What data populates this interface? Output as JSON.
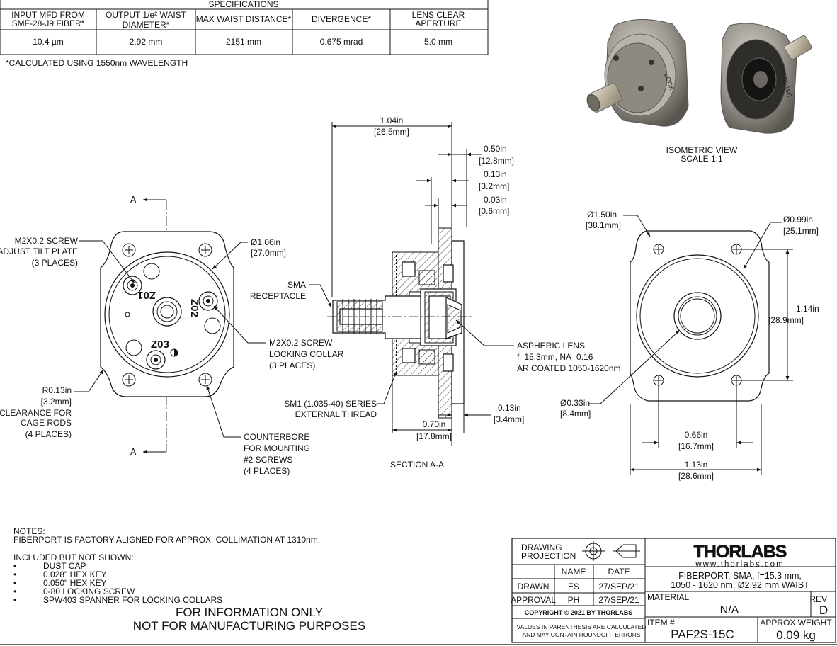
{
  "specs": {
    "title": "SPECIFICATIONS",
    "headers": [
      "INPUT MFD FROM|SMF-28-J9 FIBER*",
      "OUTPUT 1/e² WAIST|DIAMETER*",
      "MAX WAIST DISTANCE*",
      "DIVERGENCE*",
      "LENS CLEAR|APERTURE"
    ],
    "values": [
      "10.4 µm",
      "2.92 mm",
      "2151 mm",
      "0.675 mrad",
      "5.0 mm"
    ],
    "note": "*CALCULATED USING 1550nm WAVELENGTH"
  },
  "front_view": {
    "section_label": "A",
    "screw_adjust": [
      "M2X0.2 SCREW",
      "ADJUST TILT PLATE",
      "(3 PLACES)"
    ],
    "dia_in": "Ø1.06in",
    "dia_mm": "[27.0mm]",
    "screw_locking": [
      "M2X0.2 SCREW",
      "LOCKING COLLAR",
      "(3 PLACES)"
    ],
    "radius": [
      "R0.13in",
      "[3.2mm]",
      "CLEARANCE FOR",
      "CAGE RODS",
      "(4 PLACES)"
    ],
    "counterbore": [
      "COUNTERBORE",
      "FOR MOUNTING",
      "#2 SCREWS",
      "(4 PLACES)"
    ],
    "engravings": [
      "Z01",
      "Z02",
      "Z03"
    ]
  },
  "section_view": {
    "dim_top_in": "1.04in",
    "dim_top_mm": "[26.5mm]",
    "dim_050_in": "0.50in",
    "dim_050_mm": "[12.8mm]",
    "dim_013_in": "0.13in",
    "dim_013_mm": "[3.2mm]",
    "dim_003_in": "0.03in",
    "dim_003_mm": "[0.6mm]",
    "sma": [
      "SMA",
      "RECEPTACLE"
    ],
    "lens": [
      "ASPHERIC LENS",
      "f=15.3mm, NA=0.16",
      "AR COATED 1050-1620nm"
    ],
    "thread": [
      "SM1 (1.035-40) SERIES",
      "EXTERNAL THREAD"
    ],
    "dim_070_in": "0.70in",
    "dim_070_mm": "[17.8mm]",
    "dim_b013_in": "0.13in",
    "dim_b013_mm": "[3.4mm]",
    "caption": "SECTION A-A"
  },
  "back_view": {
    "d150_in": "Ø1.50in",
    "d150_mm": "[38.1mm]",
    "d099_in": "Ø0.99in",
    "d099_mm": "[25.1mm]",
    "h114_in": "1.14in",
    "h114_mm": "[28.9mm]",
    "d033_in": "Ø0.33in",
    "d033_mm": "[8.4mm]",
    "w066_in": "0.66in",
    "w066_mm": "[16.7mm]",
    "w113_in": "1.13in",
    "w113_mm": "[28.6mm]"
  },
  "iso": {
    "caption1": "ISOMETRIC VIEW",
    "caption2": "SCALE 1:1",
    "engrave_left": "LOCK",
    "engrave_right": "PAF2S-15C"
  },
  "notes": {
    "head": "NOTES:",
    "line1": "FIBERPORT IS FACTORY ALIGNED FOR APPROX. COLLIMATION AT 1310nm.",
    "included_head": "INCLUDED BUT NOT SHOWN:",
    "bullet": "•",
    "items": [
      "DUST CAP",
      "0.028\" HEX KEY",
      "0.050\" HEX KEY",
      "0-80 LOCKING SCREW",
      "SPW403 SPANNER FOR LOCKING COLLARS"
    ],
    "info1": "FOR INFORMATION ONLY",
    "info2": "NOT FOR MANUFACTURING PURPOSES"
  },
  "title_block": {
    "projection": [
      "DRAWING",
      "PROJECTION"
    ],
    "col_name": "NAME",
    "col_date": "DATE",
    "drawn_label": "DRAWN",
    "drawn_name": "ES",
    "drawn_date": "27/SEP/21",
    "approval_label": "APPROVAL",
    "approval_name": "PH",
    "approval_date": "27/SEP/21",
    "copyright": "COPYRIGHT © 2021 BY THORLABS",
    "roundoff": [
      "VALUES IN PARENTHESIS ARE CALCULATED",
      "AND MAY CONTAIN ROUNDOFF ERRORS"
    ],
    "logo": "THORLABS",
    "website": "www.thorlabs.com",
    "desc": [
      "FIBERPORT, SMA, f=15.3 mm,",
      "1050 - 1620 nm, Ø2.92 mm WAIST"
    ],
    "material_label": "MATERIAL",
    "material": "N/A",
    "rev_label": "REV",
    "rev": "D",
    "item_label": "ITEM #",
    "item": "PAF2S-15C",
    "weight_label": "APPROX WEIGHT",
    "weight": "0.09 kg"
  }
}
